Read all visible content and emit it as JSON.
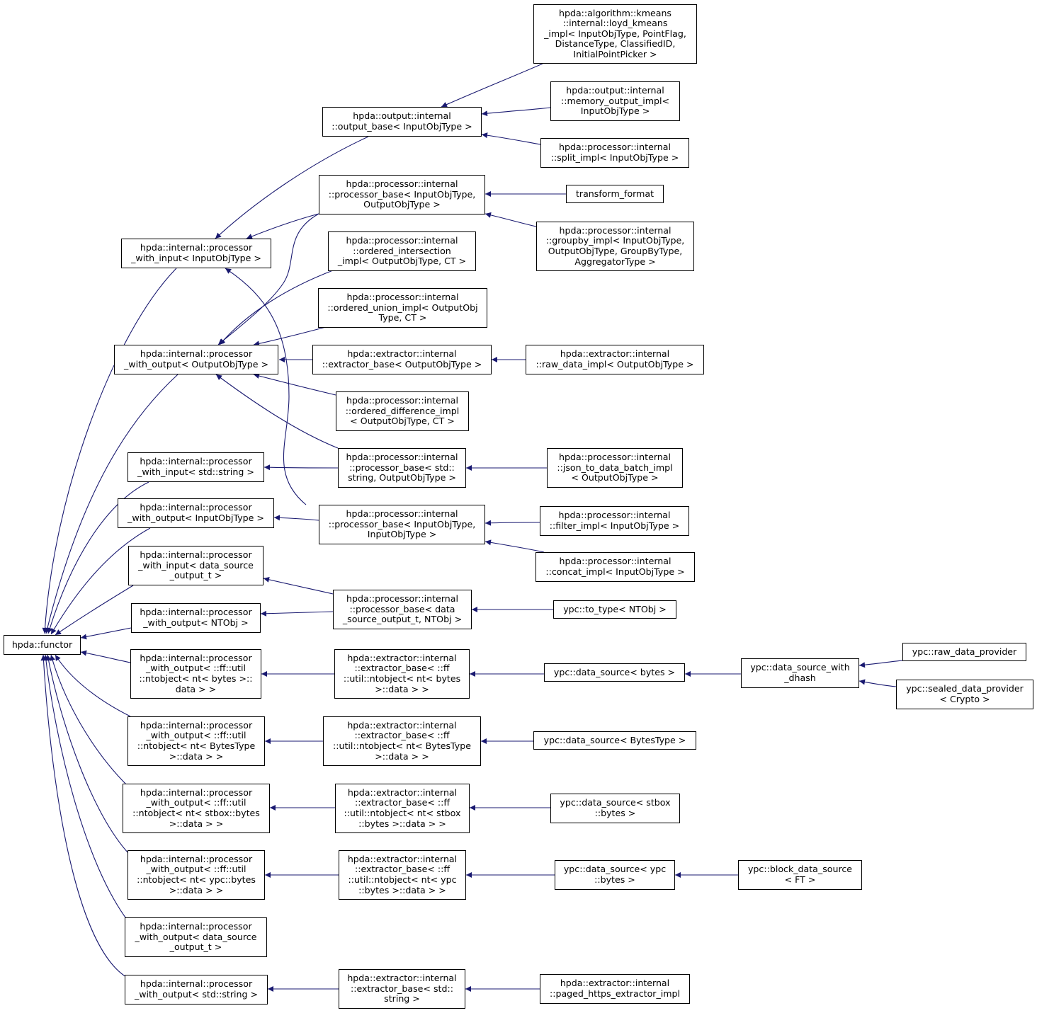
{
  "diagram": {
    "title": "",
    "colors": {
      "edge": "#191970",
      "node_border": "#000000",
      "node_fill": "#ffffff",
      "text": "#000000"
    },
    "nodes": {
      "functor": {
        "lines": [
          "hpda::functor"
        ]
      },
      "pwi_in": {
        "lines": [
          "hpda::internal::processor",
          "_with_input< InputObjType >"
        ]
      },
      "pwo_out": {
        "lines": [
          "hpda::internal::processor",
          "_with_output< OutputObjType >"
        ]
      },
      "pwi_str": {
        "lines": [
          "hpda::internal::processor",
          "_with_input< std::string >"
        ]
      },
      "pwo_in": {
        "lines": [
          "hpda::internal::processor",
          "_with_output< InputObjType >"
        ]
      },
      "pwi_dso": {
        "lines": [
          "hpda::internal::processor",
          "_with_input< data_source",
          "_output_t >"
        ]
      },
      "pwo_ntobj": {
        "lines": [
          "hpda::internal::processor",
          "_with_output< NTObj >"
        ]
      },
      "pwo_bytes": {
        "lines": [
          "hpda::internal::processor",
          "_with_output< ::ff::util",
          "::ntobject< nt< bytes >::",
          "data > >"
        ]
      },
      "pwo_bytestype": {
        "lines": [
          "hpda::internal::processor",
          "_with_output< ::ff::util",
          "::ntobject< nt< BytesType",
          ">::data > >"
        ]
      },
      "pwo_stbox": {
        "lines": [
          "hpda::internal::processor",
          "_with_output< ::ff::util",
          "::ntobject< nt< stbox::bytes",
          ">::data > >"
        ]
      },
      "pwo_ypcbytes": {
        "lines": [
          "hpda::internal::processor",
          "_with_output< ::ff::util",
          "::ntobject< nt< ypc::bytes",
          ">::data > >"
        ]
      },
      "pwo_dso": {
        "lines": [
          "hpda::internal::processor",
          "_with_output< data_source",
          "_output_t >"
        ]
      },
      "pwo_str": {
        "lines": [
          "hpda::internal::processor",
          "_with_output< std::string >"
        ]
      },
      "output_base": {
        "lines": [
          "hpda::output::internal",
          "::output_base< InputObjType >"
        ]
      },
      "proc_base_io": {
        "lines": [
          "hpda::processor::internal",
          "::processor_base< InputObjType,",
          "OutputObjType >"
        ]
      },
      "ord_inter": {
        "lines": [
          "hpda::processor::internal",
          "::ordered_intersection",
          "_impl< OutputObjType, CT >"
        ]
      },
      "ord_union": {
        "lines": [
          "hpda::processor::internal",
          "::ordered_union_impl< OutputObj",
          "Type, CT >"
        ]
      },
      "extr_base_out": {
        "lines": [
          "hpda::extractor::internal",
          "::extractor_base< OutputObjType >"
        ]
      },
      "ord_diff": {
        "lines": [
          "hpda::processor::internal",
          "::ordered_difference_impl",
          "< OutputObjType, CT >"
        ]
      },
      "proc_base_str": {
        "lines": [
          "hpda::processor::internal",
          "::processor_base< std::",
          "string, OutputObjType >"
        ]
      },
      "proc_base_ii": {
        "lines": [
          "hpda::processor::internal",
          "::processor_base< InputObjType,",
          "InputObjType >"
        ]
      },
      "proc_base_dso": {
        "lines": [
          "hpda::processor::internal",
          "::processor_base< data",
          "_source_output_t, NTObj >"
        ]
      },
      "extr_base_bytes": {
        "lines": [
          "hpda::extractor::internal",
          "::extractor_base< ::ff",
          "::util::ntobject< nt< bytes",
          ">::data > >"
        ]
      },
      "extr_base_bytestype": {
        "lines": [
          "hpda::extractor::internal",
          "::extractor_base< ::ff",
          "::util::ntobject< nt< BytesType",
          ">::data > >"
        ]
      },
      "extr_base_stbox": {
        "lines": [
          "hpda::extractor::internal",
          "::extractor_base< ::ff",
          "::util::ntobject< nt< stbox",
          "::bytes >::data > >"
        ]
      },
      "extr_base_ypc": {
        "lines": [
          "hpda::extractor::internal",
          "::extractor_base< ::ff",
          "::util::ntobject< nt< ypc",
          "::bytes >::data > >"
        ]
      },
      "extr_base_str": {
        "lines": [
          "hpda::extractor::internal",
          "::extractor_base< std::",
          "string >"
        ]
      },
      "kmeans": {
        "lines": [
          "hpda::algorithm::kmeans",
          "::internal::loyd_kmeans",
          "_impl< InputObjType, PointFlag,",
          "DistanceType, ClassifiedID,",
          "InitialPointPicker >"
        ]
      },
      "memory_out": {
        "lines": [
          "hpda::output::internal",
          "::memory_output_impl<",
          "InputObjType >"
        ]
      },
      "split": {
        "lines": [
          "hpda::processor::internal",
          "::split_impl< InputObjType >"
        ]
      },
      "transform": {
        "lines": [
          "transform_format"
        ]
      },
      "groupby": {
        "lines": [
          "hpda::processor::internal",
          "::groupby_impl< InputObjType,",
          "OutputObjType, GroupByType,",
          "AggregatorType >"
        ]
      },
      "raw_data": {
        "lines": [
          "hpda::extractor::internal",
          "::raw_data_impl< OutputObjType >"
        ]
      },
      "json_batch": {
        "lines": [
          "hpda::processor::internal",
          "::json_to_data_batch_impl",
          "< OutputObjType >"
        ]
      },
      "filter": {
        "lines": [
          "hpda::processor::internal",
          "::filter_impl< InputObjType >"
        ]
      },
      "concat": {
        "lines": [
          "hpda::processor::internal",
          "::concat_impl< InputObjType >"
        ]
      },
      "to_type": {
        "lines": [
          "ypc::to_type< NTObj >"
        ]
      },
      "ds_bytes": {
        "lines": [
          "ypc::data_source< bytes >"
        ]
      },
      "ds_bytestype": {
        "lines": [
          "ypc::data_source< BytesType >"
        ]
      },
      "ds_stbox": {
        "lines": [
          "ypc::data_source< stbox",
          "::bytes >"
        ]
      },
      "ds_ypc": {
        "lines": [
          "ypc::data_source< ypc",
          "::bytes >"
        ]
      },
      "paged_https": {
        "lines": [
          "hpda::extractor::internal",
          "::paged_https_extractor_impl"
        ]
      },
      "ds_dhash": {
        "lines": [
          "ypc::data_source_with",
          "_dhash"
        ]
      },
      "block_ds": {
        "lines": [
          "ypc::block_data_source",
          "< FT >"
        ]
      },
      "raw_provider": {
        "lines": [
          "ypc::raw_data_provider"
        ]
      },
      "sealed_provider": {
        "lines": [
          "ypc::sealed_data_provider",
          "< Crypto >"
        ]
      }
    },
    "edges": [
      {
        "from": "pwi_in",
        "to": "functor"
      },
      {
        "from": "pwo_out",
        "to": "functor"
      },
      {
        "from": "pwi_str",
        "to": "functor"
      },
      {
        "from": "pwo_in",
        "to": "functor"
      },
      {
        "from": "pwi_dso",
        "to": "functor"
      },
      {
        "from": "pwo_ntobj",
        "to": "functor"
      },
      {
        "from": "pwo_bytes",
        "to": "functor"
      },
      {
        "from": "pwo_bytestype",
        "to": "functor"
      },
      {
        "from": "pwo_stbox",
        "to": "functor"
      },
      {
        "from": "pwo_ypcbytes",
        "to": "functor"
      },
      {
        "from": "pwo_dso",
        "to": "functor"
      },
      {
        "from": "pwo_str",
        "to": "functor"
      },
      {
        "from": "output_base",
        "to": "pwi_in"
      },
      {
        "from": "proc_base_io",
        "to": "pwi_in"
      },
      {
        "from": "proc_base_ii",
        "to": "pwi_in"
      },
      {
        "from": "proc_base_io",
        "to": "pwo_out"
      },
      {
        "from": "ord_inter",
        "to": "pwo_out"
      },
      {
        "from": "ord_union",
        "to": "pwo_out"
      },
      {
        "from": "extr_base_out",
        "to": "pwo_out"
      },
      {
        "from": "ord_diff",
        "to": "pwo_out"
      },
      {
        "from": "proc_base_str",
        "to": "pwo_out"
      },
      {
        "from": "proc_base_str",
        "to": "pwi_str"
      },
      {
        "from": "proc_base_ii",
        "to": "pwo_in"
      },
      {
        "from": "proc_base_dso",
        "to": "pwi_dso"
      },
      {
        "from": "proc_base_dso",
        "to": "pwo_ntobj"
      },
      {
        "from": "extr_base_bytes",
        "to": "pwo_bytes"
      },
      {
        "from": "extr_base_bytestype",
        "to": "pwo_bytestype"
      },
      {
        "from": "extr_base_stbox",
        "to": "pwo_stbox"
      },
      {
        "from": "extr_base_ypc",
        "to": "pwo_ypcbytes"
      },
      {
        "from": "extr_base_str",
        "to": "pwo_str"
      },
      {
        "from": "kmeans",
        "to": "output_base"
      },
      {
        "from": "memory_out",
        "to": "output_base"
      },
      {
        "from": "split",
        "to": "output_base"
      },
      {
        "from": "transform",
        "to": "proc_base_io"
      },
      {
        "from": "groupby",
        "to": "proc_base_io"
      },
      {
        "from": "raw_data",
        "to": "extr_base_out"
      },
      {
        "from": "json_batch",
        "to": "proc_base_str"
      },
      {
        "from": "filter",
        "to": "proc_base_ii"
      },
      {
        "from": "concat",
        "to": "proc_base_ii"
      },
      {
        "from": "to_type",
        "to": "proc_base_dso"
      },
      {
        "from": "ds_bytes",
        "to": "extr_base_bytes"
      },
      {
        "from": "ds_bytestype",
        "to": "extr_base_bytestype"
      },
      {
        "from": "ds_stbox",
        "to": "extr_base_stbox"
      },
      {
        "from": "ds_ypc",
        "to": "extr_base_ypc"
      },
      {
        "from": "paged_https",
        "to": "extr_base_str"
      },
      {
        "from": "ds_dhash",
        "to": "ds_bytes"
      },
      {
        "from": "block_ds",
        "to": "ds_ypc"
      },
      {
        "from": "raw_provider",
        "to": "ds_dhash"
      },
      {
        "from": "sealed_provider",
        "to": "ds_dhash"
      }
    ]
  }
}
